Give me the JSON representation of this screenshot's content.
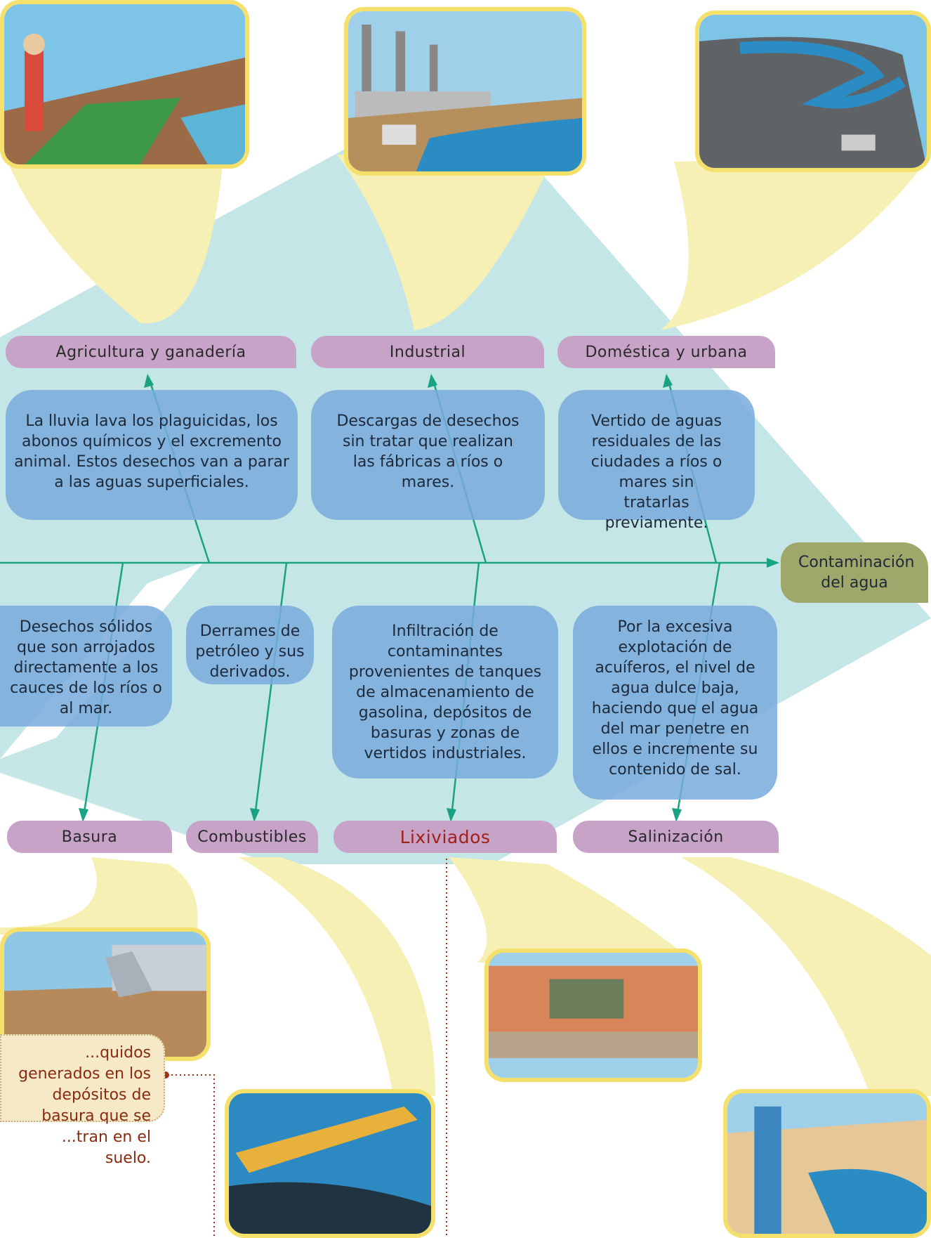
{
  "effect": {
    "label": "Contaminación del agua"
  },
  "categories_top": [
    {
      "label": "Agricultura y ganadería",
      "text": "La lluvia lava los plaguicidas, los abonos químicos y el excremento animal. Estos desechos van a parar a las aguas superficiales."
    },
    {
      "label": "Industrial",
      "text": "Descargas de desechos sin tratar que realizan las fábricas a ríos o mares."
    },
    {
      "label": "Doméstica y urbana",
      "text": "Vertido de aguas residuales de las ciudades a ríos o mares sin tratarlas previamente."
    }
  ],
  "categories_bottom": [
    {
      "label": "Basura",
      "text": "Desechos sólidos que son arrojados directamente a los cauces de los ríos o al mar."
    },
    {
      "label": "Combustibles",
      "text": "Derrames de petróleo y sus derivados."
    },
    {
      "label": "Lixiviados",
      "text": "Infiltración de contaminantes provenientes de tanques de almacenamiento de gasolina, depósitos de basuras y zonas de vertidos industriales."
    },
    {
      "label": "Salinización",
      "text": "Por la excesiva explotación de acuíferos, el nivel de agua dulce baja, haciendo que el agua del mar penetre en ellos e incremente su contenido de sal."
    }
  ],
  "note": {
    "text": "...quidos generados en los depósitos de basura que se ...tran en el suelo."
  },
  "colors": {
    "label_bg": "#c8a3c8",
    "box_bg": "#78aadc",
    "arrow": "#1aa383",
    "bubble": "#f6f0b4",
    "effect_bg": "#9fa86a"
  }
}
